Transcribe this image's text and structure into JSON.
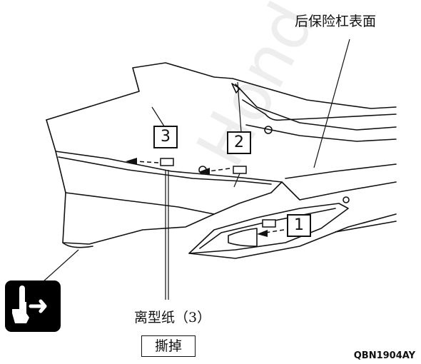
{
  "labels": {
    "bumper_surface": "后保险杠表面",
    "release_paper": "离型纸（3）",
    "action": "撕掉"
  },
  "steps": [
    "3",
    "2",
    "1"
  ],
  "figure_code": "QBN1904AY",
  "icons": [
    "hand-peel-icon",
    "arrow-left-icon"
  ],
  "colors": {
    "line": "#111111",
    "background": "#ffffff",
    "icon_bg": "#000000"
  }
}
